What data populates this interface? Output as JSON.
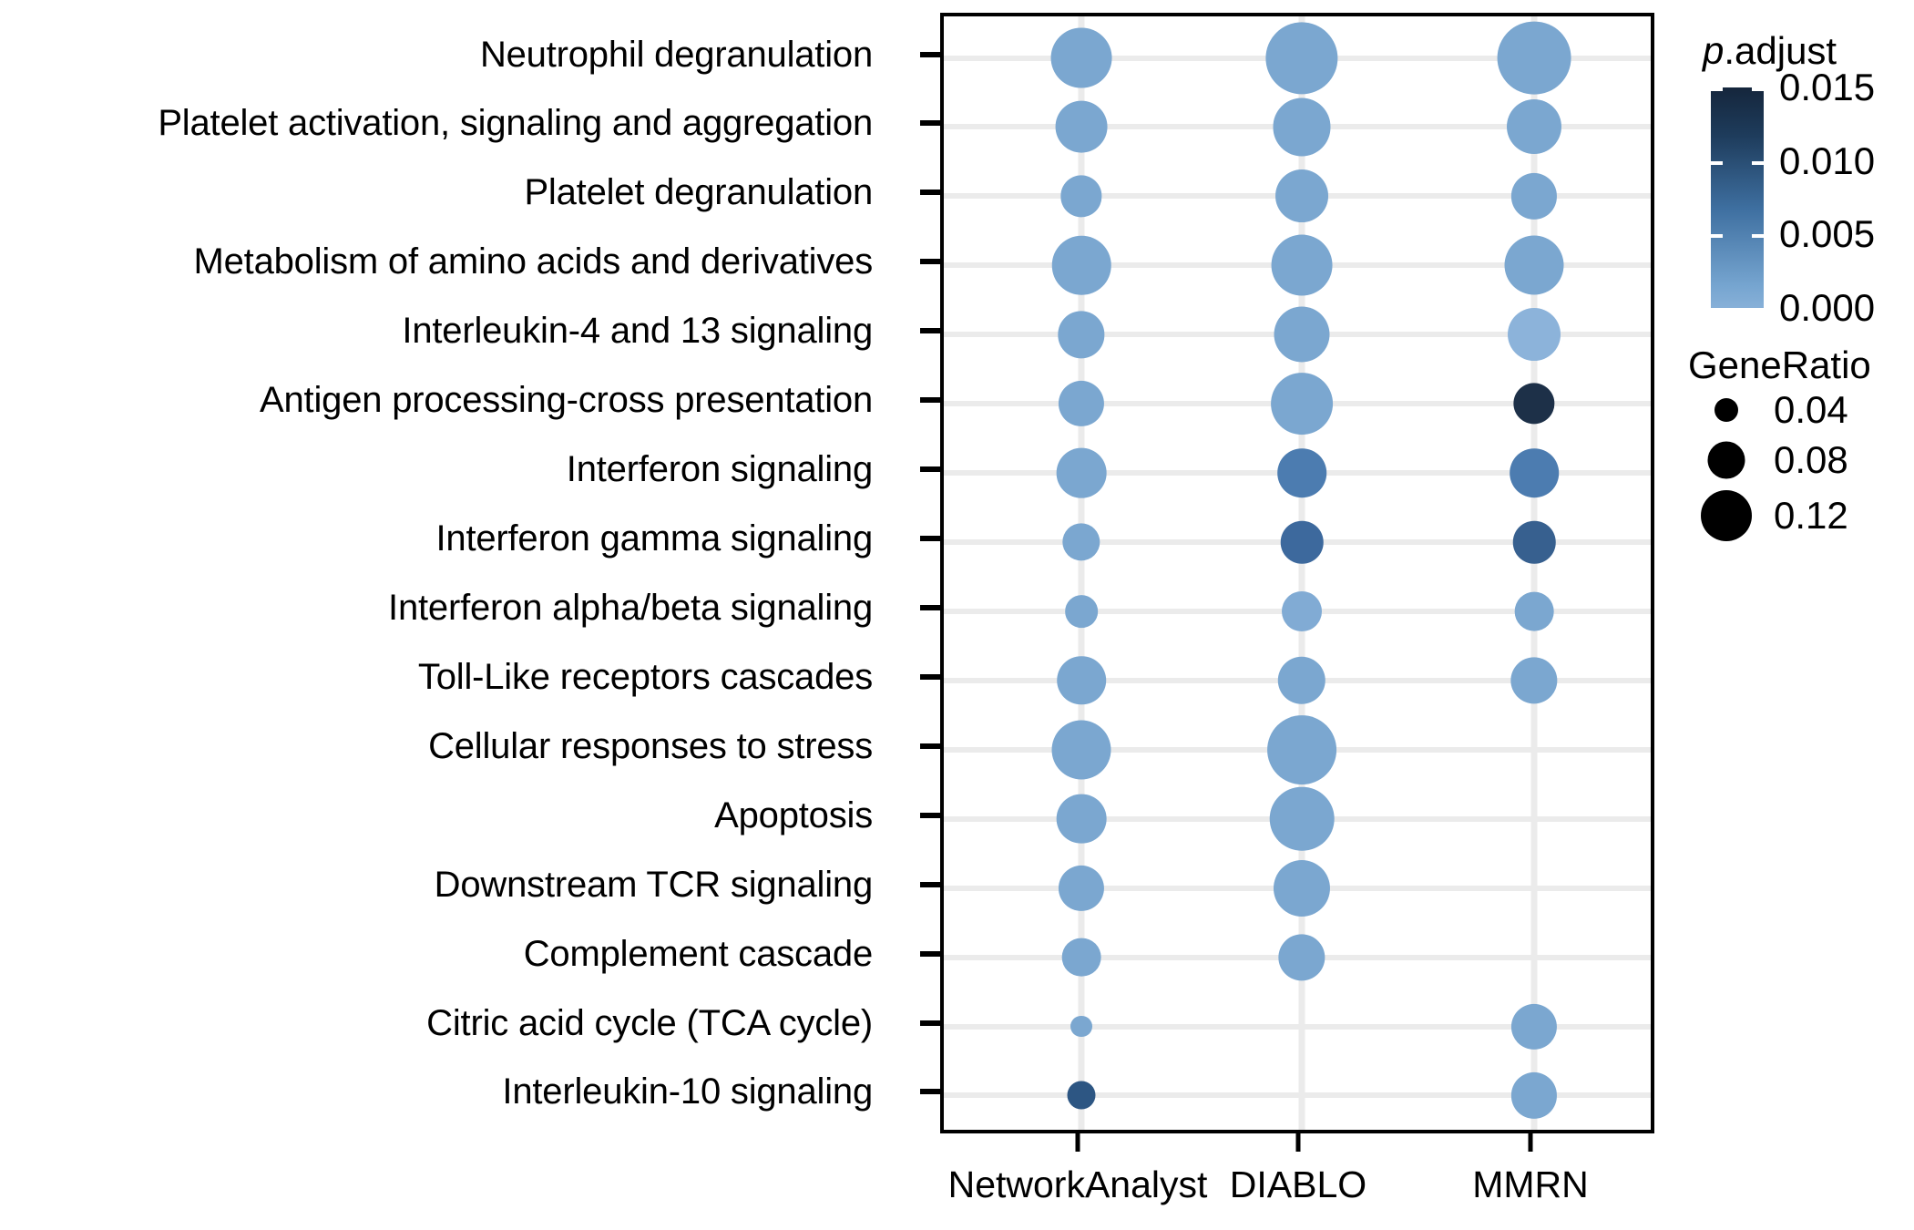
{
  "chart_data": {
    "type": "scatter",
    "plot_style": "bubble-dotplot",
    "title": "",
    "xlabel": "",
    "ylabel": "",
    "grid": true,
    "categories_x": [
      "NetworkAnalyst",
      "DIABLO",
      "MMRN"
    ],
    "categories_y": [
      "Neutrophil degranulation",
      "Platelet activation, signaling and aggregation",
      "Platelet  degranulation",
      "Metabolism of amino acids and derivatives",
      "Interleukin-4 and 13 signaling",
      "Antigen processing-cross presentation",
      "Interferon signaling",
      "Interferon gamma signaling",
      "Interferon alpha/beta signaling",
      "Toll-Like receptors cascades",
      "Cellular responses to stress",
      "Apoptosis",
      "Downstream TCR signaling",
      "Complement cascade",
      "Citric acid cycle (TCA cycle)",
      "Interleukin-10 signaling"
    ],
    "size_legend": {
      "title": "GeneRatio",
      "values": [
        0.04,
        0.08,
        0.12
      ],
      "labels": [
        "0.04",
        "0.08",
        "0.12"
      ],
      "range": [
        0.02,
        0.135
      ]
    },
    "color_legend": {
      "title": "p.adjust",
      "title_italic_part": "p",
      "title_rest": ".adjust",
      "ticks": [
        0.015,
        0.01,
        0.005,
        0.0
      ],
      "tick_labels": [
        "0.015",
        "0.010",
        "0.005",
        "0.000"
      ],
      "limits": [
        0.0,
        0.016
      ],
      "low_color": "#8cb3da",
      "high_color": "#132238"
    },
    "points": [
      {
        "x": "NetworkAnalyst",
        "y": "Neutrophil degranulation",
        "GeneRatio": 0.09,
        "p.adjust": 0.0006,
        "color": "#7ba7d0"
      },
      {
        "x": "DIABLO",
        "y": "Neutrophil degranulation",
        "GeneRatio": 0.118,
        "p.adjust": 0.0004,
        "color": "#7ba7d0"
      },
      {
        "x": "MMRN",
        "y": "Neutrophil degranulation",
        "GeneRatio": 0.122,
        "p.adjust": 0.0004,
        "color": "#7ba7d0"
      },
      {
        "x": "NetworkAnalyst",
        "y": "Platelet activation, signaling and aggregation",
        "GeneRatio": 0.07,
        "p.adjust": 0.0009,
        "color": "#7ba7d0"
      },
      {
        "x": "DIABLO",
        "y": "Platelet activation, signaling and aggregation",
        "GeneRatio": 0.082,
        "p.adjust": 0.0008,
        "color": "#7ba7d0"
      },
      {
        "x": "MMRN",
        "y": "Platelet activation, signaling and aggregation",
        "GeneRatio": 0.076,
        "p.adjust": 0.0009,
        "color": "#7ba7d0"
      },
      {
        "x": "NetworkAnalyst",
        "y": "Platelet  degranulation",
        "GeneRatio": 0.05,
        "p.adjust": 0.001,
        "color": "#7ba7d0"
      },
      {
        "x": "DIABLO",
        "y": "Platelet  degranulation",
        "GeneRatio": 0.072,
        "p.adjust": 0.0009,
        "color": "#7ba7d0"
      },
      {
        "x": "MMRN",
        "y": "Platelet  degranulation",
        "GeneRatio": 0.058,
        "p.adjust": 0.001,
        "color": "#7ba7d0"
      },
      {
        "x": "NetworkAnalyst",
        "y": "Metabolism of amino acids and derivatives",
        "GeneRatio": 0.085,
        "p.adjust": 0.0008,
        "color": "#7ba7d0"
      },
      {
        "x": "DIABLO",
        "y": "Metabolism of amino acids and derivatives",
        "GeneRatio": 0.09,
        "p.adjust": 0.0008,
        "color": "#7ba7d0"
      },
      {
        "x": "MMRN",
        "y": "Metabolism of amino acids and derivatives",
        "GeneRatio": 0.086,
        "p.adjust": 0.0008,
        "color": "#7ba7d0"
      },
      {
        "x": "NetworkAnalyst",
        "y": "Interleukin-4 and 13 signaling",
        "GeneRatio": 0.06,
        "p.adjust": 0.0011,
        "color": "#7ba7d0"
      },
      {
        "x": "DIABLO",
        "y": "Interleukin-4 and 13 signaling",
        "GeneRatio": 0.078,
        "p.adjust": 0.001,
        "color": "#7ba7d0"
      },
      {
        "x": "MMRN",
        "y": "Interleukin-4 and 13 signaling",
        "GeneRatio": 0.072,
        "p.adjust": 0.0006,
        "color": "#8cb3da"
      },
      {
        "x": "NetworkAnalyst",
        "y": "Antigen processing-cross presentation",
        "GeneRatio": 0.058,
        "p.adjust": 0.0012,
        "color": "#7ba7d0"
      },
      {
        "x": "DIABLO",
        "y": "Antigen processing-cross presentation",
        "GeneRatio": 0.092,
        "p.adjust": 0.001,
        "color": "#7ba7d0"
      },
      {
        "x": "MMRN",
        "y": "Antigen processing-cross presentation",
        "GeneRatio": 0.05,
        "p.adjust": 0.0152,
        "color": "#1d3048"
      },
      {
        "x": "NetworkAnalyst",
        "y": "Interferon signaling",
        "GeneRatio": 0.066,
        "p.adjust": 0.0014,
        "color": "#7ba7d0"
      },
      {
        "x": "DIABLO",
        "y": "Interferon signaling",
        "GeneRatio": 0.064,
        "p.adjust": 0.007,
        "color": "#4c7cb0"
      },
      {
        "x": "MMRN",
        "y": "Interferon signaling",
        "GeneRatio": 0.064,
        "p.adjust": 0.0068,
        "color": "#4c7cb0"
      },
      {
        "x": "NetworkAnalyst",
        "y": "Interferon gamma signaling",
        "GeneRatio": 0.044,
        "p.adjust": 0.0016,
        "color": "#7ba7d0"
      },
      {
        "x": "DIABLO",
        "y": "Interferon gamma signaling",
        "GeneRatio": 0.052,
        "p.adjust": 0.0095,
        "color": "#3d699d"
      },
      {
        "x": "MMRN",
        "y": "Interferon gamma signaling",
        "GeneRatio": 0.052,
        "p.adjust": 0.011,
        "color": "#37608f"
      },
      {
        "x": "NetworkAnalyst",
        "y": "Interferon alpha/beta signaling",
        "GeneRatio": 0.036,
        "p.adjust": 0.0013,
        "color": "#7ba7d0"
      },
      {
        "x": "DIABLO",
        "y": "Interferon alpha/beta signaling",
        "GeneRatio": 0.048,
        "p.adjust": 0.0009,
        "color": "#81abd4"
      },
      {
        "x": "MMRN",
        "y": "Interferon alpha/beta signaling",
        "GeneRatio": 0.046,
        "p.adjust": 0.0012,
        "color": "#7ba7d0"
      },
      {
        "x": "NetworkAnalyst",
        "y": "Toll-Like receptors cascades",
        "GeneRatio": 0.064,
        "p.adjust": 0.0011,
        "color": "#7ba7d0"
      },
      {
        "x": "DIABLO",
        "y": "Toll-Like receptors cascades",
        "GeneRatio": 0.062,
        "p.adjust": 0.0011,
        "color": "#7ba7d0"
      },
      {
        "x": "MMRN",
        "y": "Toll-Like receptors cascades",
        "GeneRatio": 0.06,
        "p.adjust": 0.0011,
        "color": "#7ba7d0"
      },
      {
        "x": "NetworkAnalyst",
        "y": "Cellular responses to stress",
        "GeneRatio": 0.086,
        "p.adjust": 0.0007,
        "color": "#7ba7d0"
      },
      {
        "x": "DIABLO",
        "y": "Cellular responses to stress",
        "GeneRatio": 0.11,
        "p.adjust": 0.0006,
        "color": "#7ba7d0"
      },
      {
        "x": "NetworkAnalyst",
        "y": "Apoptosis",
        "GeneRatio": 0.066,
        "p.adjust": 0.0011,
        "color": "#7ba7d0"
      },
      {
        "x": "DIABLO",
        "y": "Apoptosis",
        "GeneRatio": 0.098,
        "p.adjust": 0.0009,
        "color": "#7ba7d0"
      },
      {
        "x": "NetworkAnalyst",
        "y": "Downstream TCR signaling",
        "GeneRatio": 0.058,
        "p.adjust": 0.0012,
        "color": "#7ba7d0"
      },
      {
        "x": "DIABLO",
        "y": "Downstream TCR signaling",
        "GeneRatio": 0.08,
        "p.adjust": 0.0011,
        "color": "#7ba7d0"
      },
      {
        "x": "NetworkAnalyst",
        "y": "Complement cascade",
        "GeneRatio": 0.046,
        "p.adjust": 0.0013,
        "color": "#7ba7d0"
      },
      {
        "x": "DIABLO",
        "y": "Complement cascade",
        "GeneRatio": 0.06,
        "p.adjust": 0.0012,
        "color": "#7ba7d0"
      },
      {
        "x": "NetworkAnalyst",
        "y": "Citric acid cycle (TCA cycle)",
        "GeneRatio": 0.022,
        "p.adjust": 0.0013,
        "color": "#7ba7d0"
      },
      {
        "x": "MMRN",
        "y": "Citric acid cycle (TCA cycle)",
        "GeneRatio": 0.058,
        "p.adjust": 0.0011,
        "color": "#7ba7d0"
      },
      {
        "x": "NetworkAnalyst",
        "y": "Interleukin-10 signaling",
        "GeneRatio": 0.03,
        "p.adjust": 0.012,
        "color": "#2d5683"
      },
      {
        "x": "MMRN",
        "y": "Interleukin-10 signaling",
        "GeneRatio": 0.058,
        "p.adjust": 0.0011,
        "color": "#7ba7d0"
      }
    ]
  },
  "axes": {
    "x_tick_labels": [
      "NetworkAnalyst",
      "DIABLO",
      "MMRN"
    ],
    "y_tick_labels": [
      "Neutrophil degranulation",
      "Platelet activation, signaling and aggregation",
      "Platelet  degranulation",
      "Metabolism of amino acids and derivatives",
      "Interleukin-4 and 13 signaling",
      "Antigen processing-cross presentation",
      "Interferon signaling",
      "Interferon gamma signaling",
      "Interferon alpha/beta signaling",
      "Toll-Like receptors cascades",
      "Cellular responses to stress",
      "Apoptosis",
      "Downstream TCR signaling",
      "Complement cascade",
      "Citric acid cycle (TCA cycle)",
      "Interleukin-10 signaling"
    ]
  },
  "legend": {
    "color": {
      "title_italic": "p",
      "title_rest": ".adjust",
      "labels": [
        "0.015",
        "0.010",
        "0.005",
        "0.000"
      ]
    },
    "size": {
      "title": "GeneRatio",
      "labels": [
        "0.04",
        "0.08",
        "0.12"
      ]
    }
  }
}
